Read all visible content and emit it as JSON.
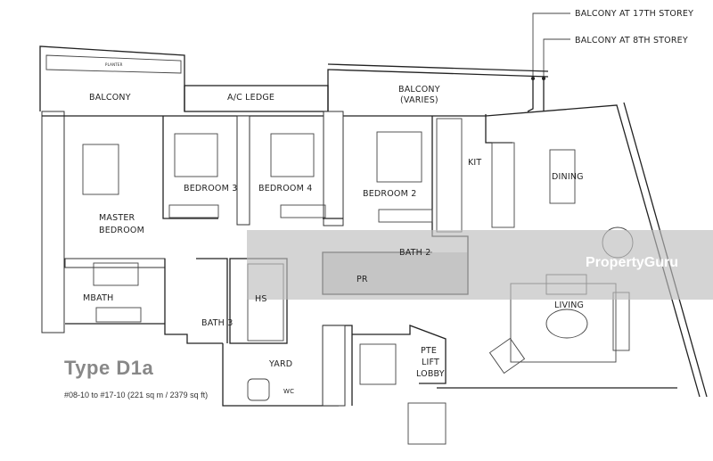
{
  "plan": {
    "type_label": "Type D1a",
    "units_area": "#08-10 to #17-10 (221 sq m / 2379 sq ft)",
    "callouts": [
      "BALCONY AT 17TH STOREY",
      "BALCONY AT 8TH STOREY"
    ],
    "rooms": {
      "planter": "PLANTER",
      "balcony": "BALCONY",
      "ac_ledge": "A/C LEDGE",
      "balcony_varies_1": "BALCONY",
      "balcony_varies_2": "(VARIES)",
      "bedroom3": "BEDROOM 3",
      "bedroom4": "BEDROOM 4",
      "bedroom2": "BEDROOM 2",
      "kit": "KIT",
      "dining": "DINING",
      "master_1": "MASTER",
      "master_2": "BEDROOM",
      "bath2": "BATH 2",
      "pr": "PR",
      "hs": "HS",
      "mbath": "MBATH",
      "bath3": "BATH 3",
      "living": "LIVING",
      "yard": "YARD",
      "wc": "WC",
      "lobby_1": "PTE",
      "lobby_2": "LIFT",
      "lobby_3": "LOBBY"
    }
  },
  "watermark": "PropertyGuru"
}
